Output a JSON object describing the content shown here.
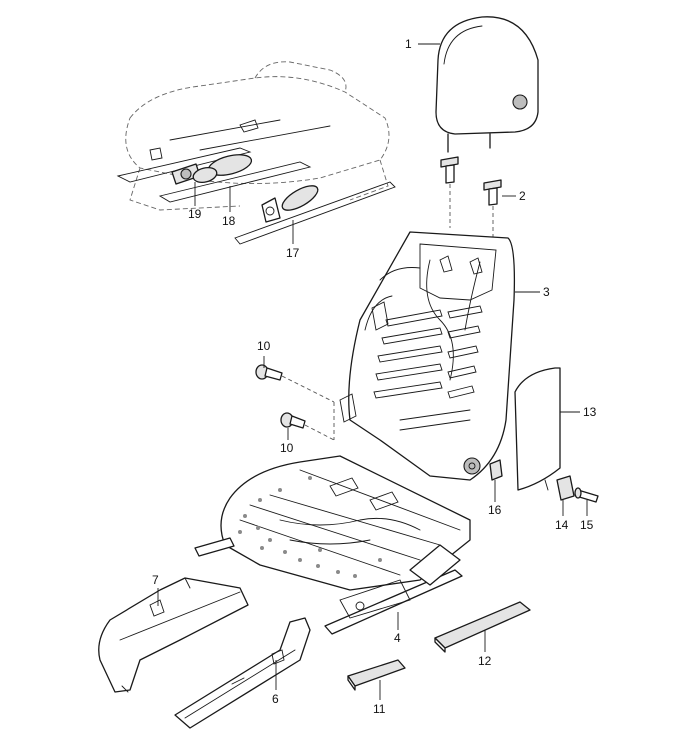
{
  "diagram": {
    "callouts": [
      {
        "id": "c1",
        "label": "1"
      },
      {
        "id": "c2",
        "label": "2"
      },
      {
        "id": "c3",
        "label": "3"
      },
      {
        "id": "c4",
        "label": "4"
      },
      {
        "id": "c6",
        "label": "6"
      },
      {
        "id": "c7",
        "label": "7"
      },
      {
        "id": "c10a",
        "label": "10"
      },
      {
        "id": "c10b",
        "label": "10"
      },
      {
        "id": "c11",
        "label": "11"
      },
      {
        "id": "c12",
        "label": "12"
      },
      {
        "id": "c13",
        "label": "13"
      },
      {
        "id": "c14",
        "label": "14"
      },
      {
        "id": "c15",
        "label": "15"
      },
      {
        "id": "c16",
        "label": "16"
      },
      {
        "id": "c17",
        "label": "17"
      },
      {
        "id": "c18",
        "label": "18"
      },
      {
        "id": "c19",
        "label": "19"
      }
    ]
  }
}
